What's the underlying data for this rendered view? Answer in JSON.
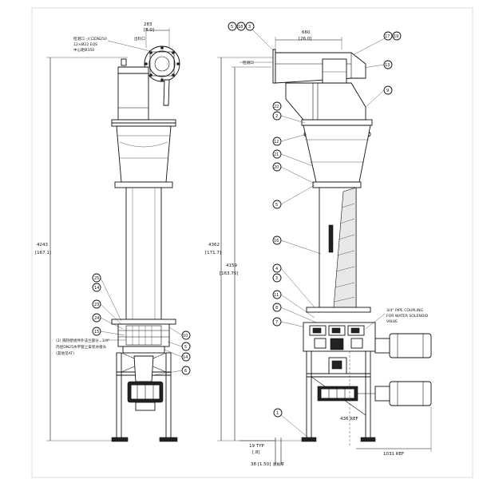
{
  "left_view": {
    "dim_top_width": "283",
    "dim_top_width_in": "[8.0]",
    "dim_height": "4243",
    "dim_height_in": "[167.1]",
    "notes_inlet": [
      "检测口 -入口DN250",
      "12×Ø22 EQS",
      "中心距Ø350"
    ],
    "note_outlet": "出料口",
    "note_bottom": [
      "(2) 隔热壁组件外法兰部分⌄3/4\"",
      "内径DN25水平管上安装水接头",
      "(其他见AT)"
    ],
    "balloons_left": [
      "25",
      "14",
      "23",
      "24",
      "15"
    ],
    "balloons_right": [
      "10",
      "5",
      "14",
      "6"
    ]
  },
  "right_view": {
    "dim_top": "660",
    "dim_top_in": "[26.0]",
    "dim_h1": "4362",
    "dim_h1_in": "[171.7]",
    "dim_h2": "4159",
    "dim_h2_in": "[163.75]",
    "note_top": "检测口",
    "balloons_top": [
      "5",
      "18",
      "3"
    ],
    "balloons_topright": [
      "17",
      "19"
    ],
    "balloons_right": [
      "13",
      "9"
    ],
    "balloons_left": [
      "22",
      "2",
      "12",
      "21",
      "20",
      "5",
      "16"
    ],
    "balloons_lower": [
      "4",
      "3",
      "11",
      "8",
      "7"
    ],
    "balloon_base": "1",
    "coupling_note": [
      "3/4\" PIPE COUPLING",
      "FOR WATER SOLENOID",
      "VALVE"
    ],
    "ref_436": "436 REF",
    "ref_1031": "1031 REF",
    "dim_19": "19  TYP",
    "dim_19_in": "[.8]",
    "dim_38": "38 [1.50]",
    "dim_38_note": "底板厚"
  }
}
